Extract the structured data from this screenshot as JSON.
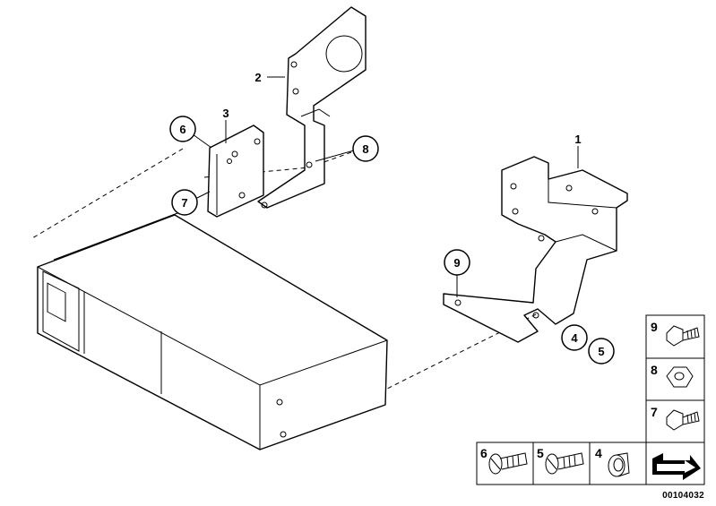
{
  "callouts": {
    "c1": "1",
    "c2": "2",
    "c3": "3",
    "c4": "4",
    "c5": "5",
    "c6": "6",
    "c7": "7",
    "c8": "8",
    "c9": "9"
  },
  "legend": {
    "item9": "9",
    "item8": "8",
    "item7": "7",
    "item6": "6",
    "item5": "5",
    "item4": "4"
  },
  "drawing_number": "00104032"
}
